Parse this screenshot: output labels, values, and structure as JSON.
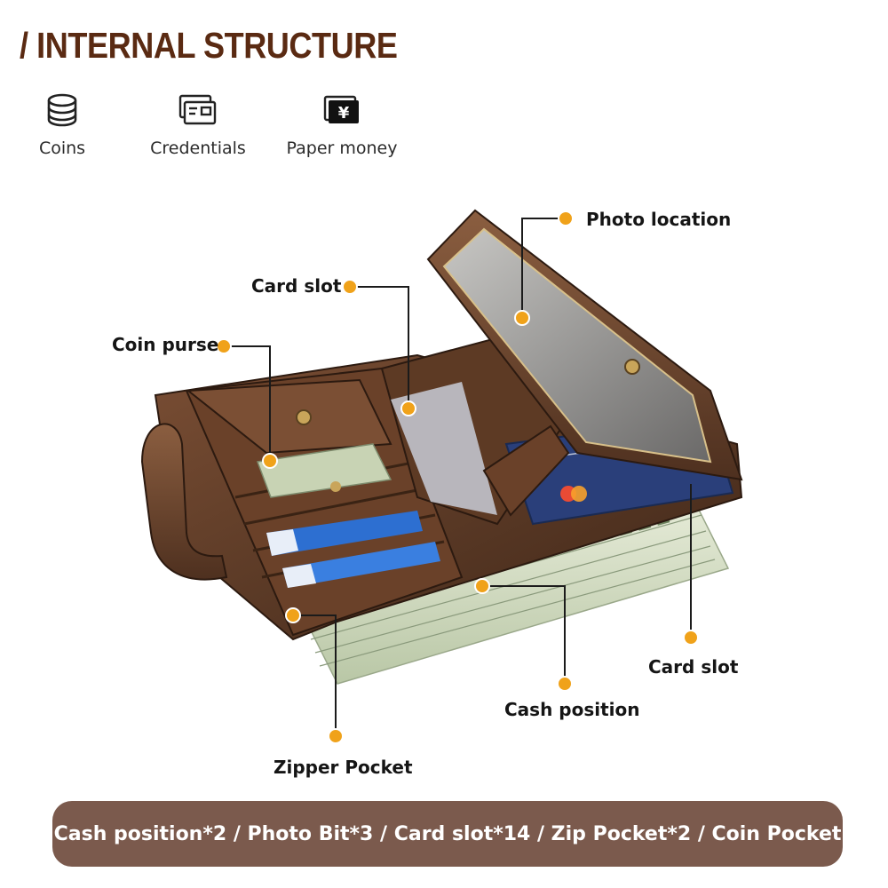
{
  "header": {
    "title": "/ INTERNAL STRUCTURE"
  },
  "features": [
    {
      "icon": "coins-icon",
      "label": "Coins"
    },
    {
      "icon": "credentials-icon",
      "label": "Credentials"
    },
    {
      "icon": "paper-money-icon",
      "label": "Paper money"
    }
  ],
  "callouts": {
    "photo_location": "Photo location",
    "card_slot_top": "Card slot",
    "coin_purse": "Coin purse",
    "card_slot_right": "Card slot",
    "cash_position": "Cash position",
    "zipper_pocket": "Zipper Pocket"
  },
  "summary": {
    "text": "Cash position*2 / Photo Bit*3 / Card slot*14 / Zip Pocket*2 / Coin Pocket"
  },
  "colors": {
    "title": "#5a2a12",
    "accent_dot": "#f0a21a",
    "leather": "#5b3a26",
    "summary_bg": "#7b5a4d"
  }
}
